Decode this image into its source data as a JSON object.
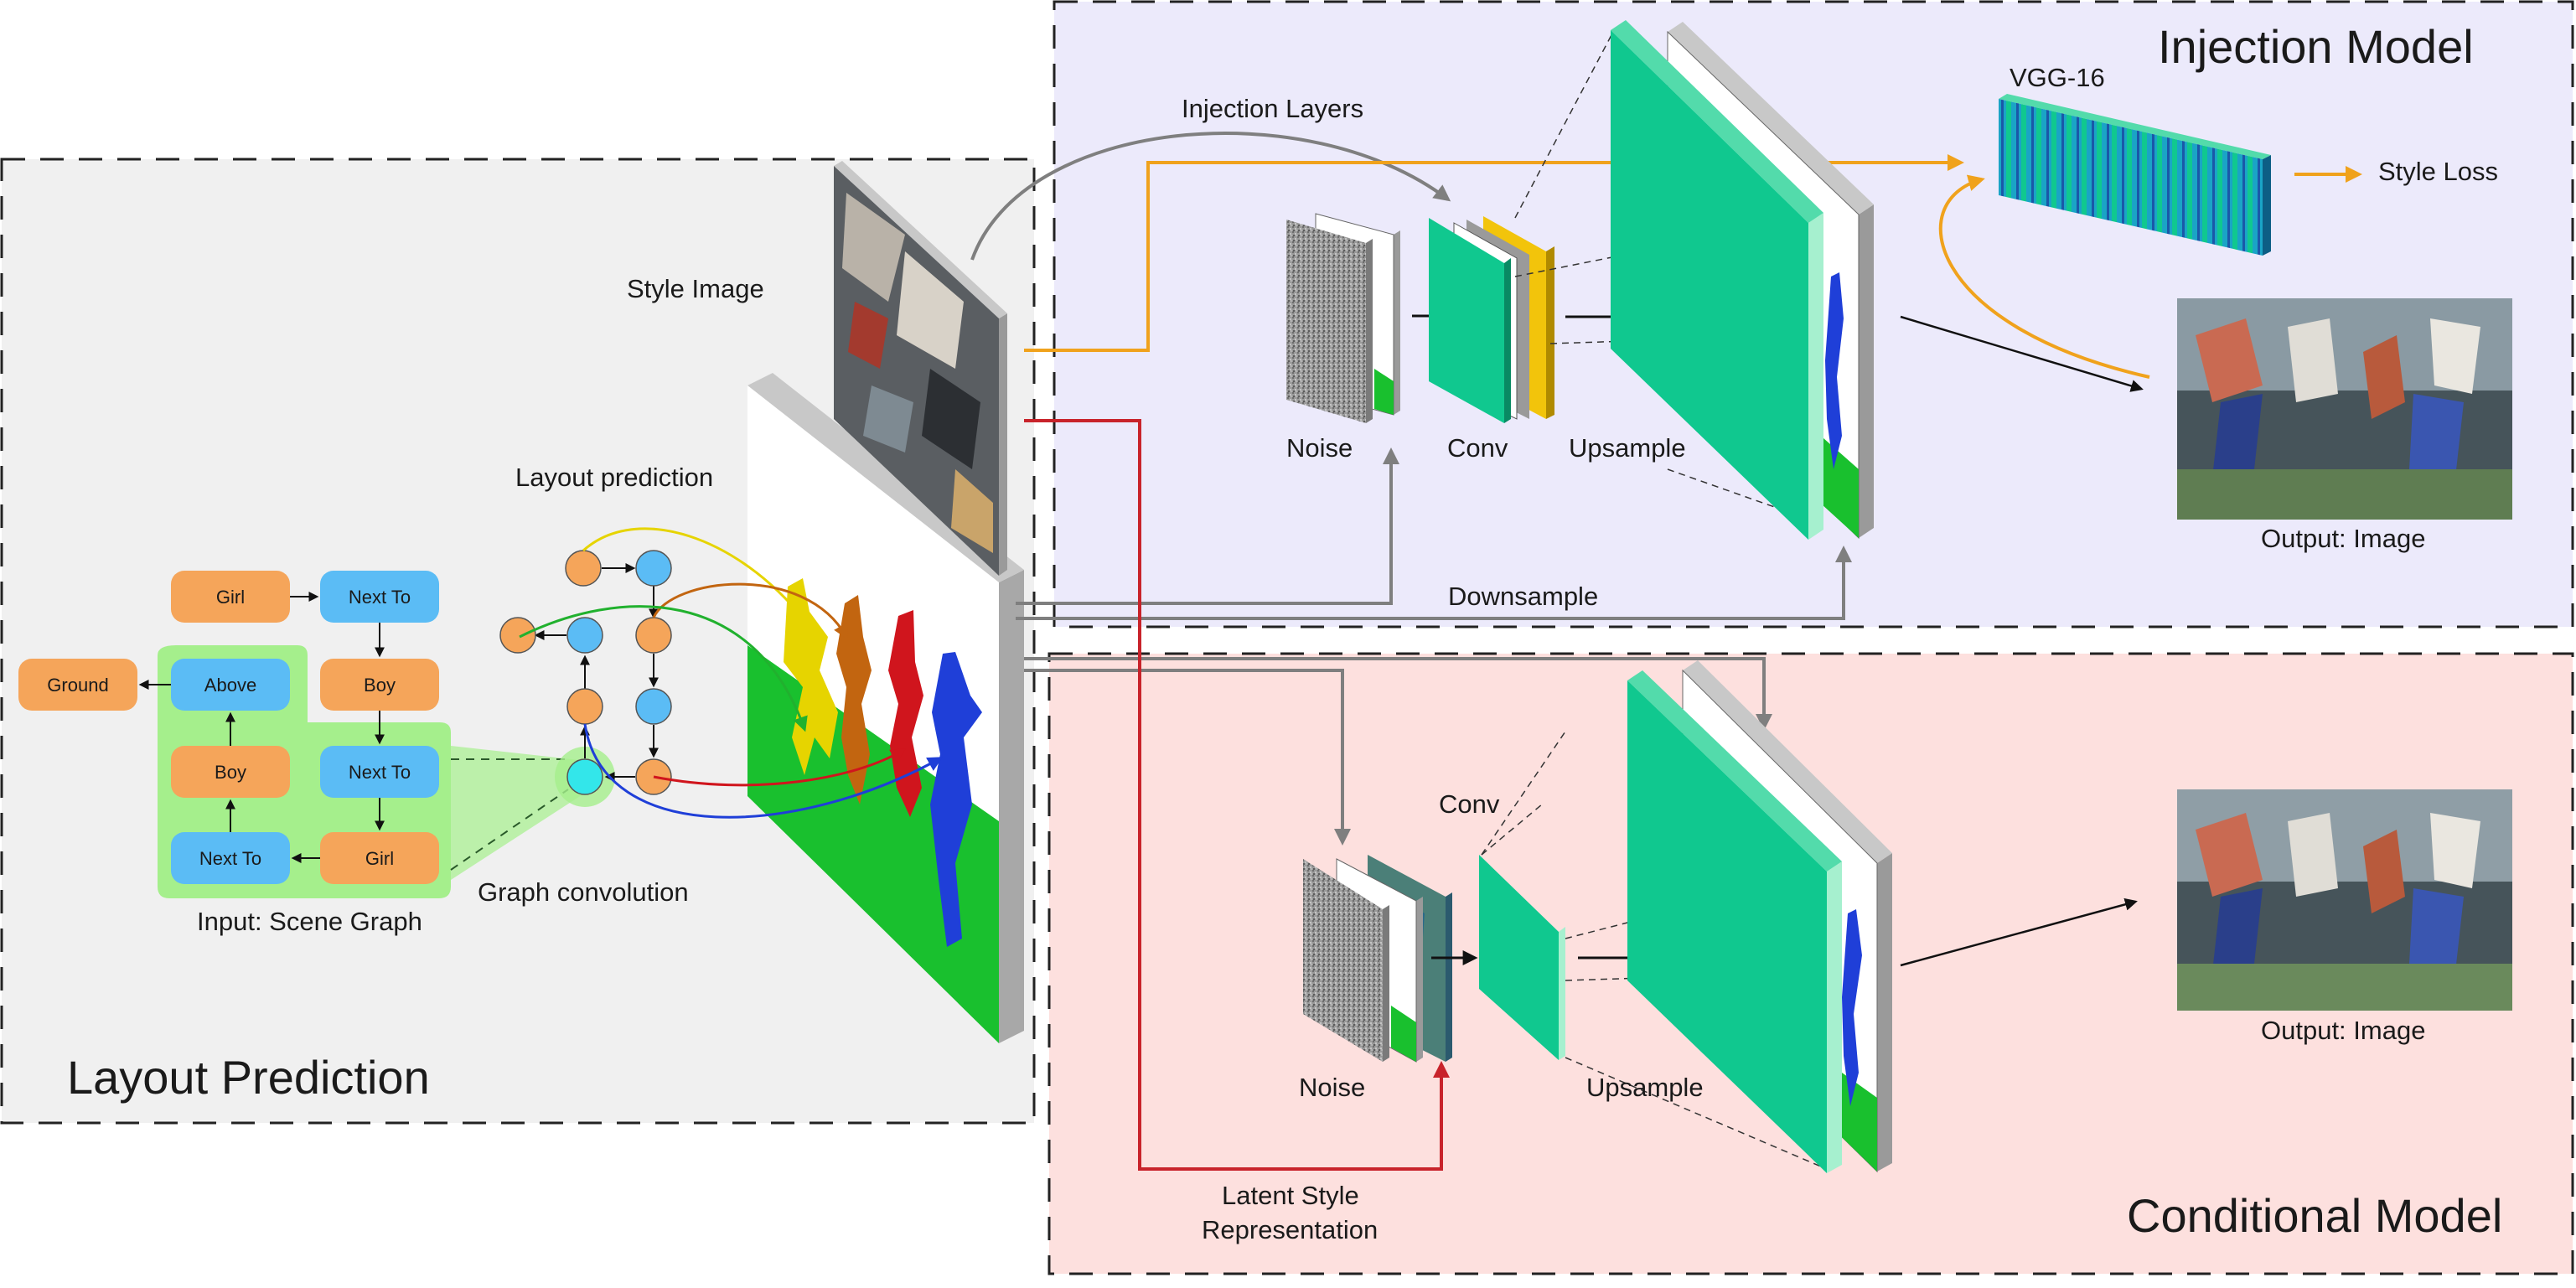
{
  "panels": {
    "layout_prediction": "Layout Prediction",
    "injection_model": "Injection Model",
    "conditional_model": "Conditional Model"
  },
  "labels": {
    "style_image": "Style Image",
    "layout_prediction": "Layout prediction",
    "graph_convolution": "Graph convolution",
    "input_scene_graph": "Input: Scene Graph",
    "injection_layers": "Injection Layers",
    "vgg16": "VGG-16",
    "style_loss": "Style Loss",
    "noise_top": "Noise",
    "conv_top": "Conv",
    "upsample_top": "Upsample",
    "output_top": "Output: Image",
    "downsample": "Downsample",
    "noise_bottom": "Noise",
    "conv_bottom": "Conv",
    "upsample_bottom": "Upsample",
    "output_bottom": "Output: Image",
    "latent_style_line1": "Latent Style",
    "latent_style_line2": "Representation"
  },
  "scene_graph": {
    "girl_top": "Girl",
    "next_to_top": "Next To",
    "ground": "Ground",
    "above": "Above",
    "boy_right": "Boy",
    "boy_left": "Boy",
    "next_to_mid": "Next To",
    "next_to_bottom": "Next To",
    "girl_bottom": "Girl"
  },
  "colors": {
    "object_node": "#f5a55a",
    "relation_node": "#5bbcf5",
    "feature_map": "#10c88f",
    "grass": "#19c02e",
    "injection_bg": "#eceafb",
    "conditional_bg": "#fde0de",
    "layout_bg": "#f0f0f0",
    "orange_arrow": "#f0a21c",
    "red_arrow": "#c8232b",
    "gray_arrow": "#808080"
  }
}
